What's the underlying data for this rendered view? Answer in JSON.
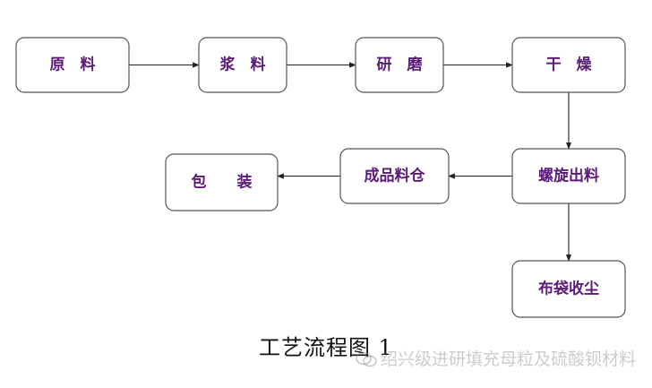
{
  "diagram": {
    "nodes": [
      {
        "id": "raw",
        "label": "原　料"
      },
      {
        "id": "slurry",
        "label": "浆　料"
      },
      {
        "id": "grind",
        "label": "研　磨"
      },
      {
        "id": "dry",
        "label": "干　燥"
      },
      {
        "id": "screw",
        "label": "螺旋出料"
      },
      {
        "id": "silo",
        "label": "成品料仓"
      },
      {
        "id": "pack",
        "label": "包　　装"
      },
      {
        "id": "dust",
        "label": "布袋收尘"
      }
    ],
    "edges": [
      {
        "from": "raw",
        "to": "slurry"
      },
      {
        "from": "slurry",
        "to": "grind"
      },
      {
        "from": "grind",
        "to": "dry"
      },
      {
        "from": "dry",
        "to": "screw"
      },
      {
        "from": "screw",
        "to": "silo"
      },
      {
        "from": "silo",
        "to": "pack"
      },
      {
        "from": "screw",
        "to": "dust"
      }
    ],
    "caption": "工艺流程图 1",
    "colors": {
      "node_text": "#5b1a7a",
      "border": "#555555",
      "arrow": "#222222"
    }
  },
  "watermark": {
    "icon": "wechat-icon",
    "text": "绍兴级进研填充母粒及硫酸钡材料"
  }
}
